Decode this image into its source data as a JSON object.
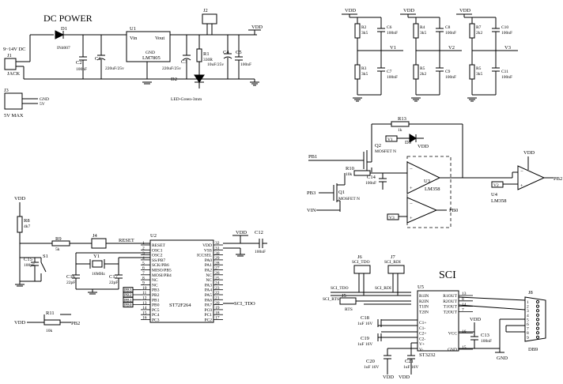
{
  "sections": {
    "dc_power": "DC POWER",
    "sci": "SCI"
  },
  "power": {
    "input_label": "9~14V DC",
    "j1": "J1",
    "jack": "JACK",
    "d1": "D1",
    "d1_part": "IN4007",
    "u1": "U1",
    "u1_part": "LM7805",
    "u1_vin": "Vin",
    "u1_vout": "Vout",
    "u1_gnd": "GND",
    "c1": "C1",
    "c1_val": "220uF/25v",
    "c2": "C2",
    "c2_val": "100nF",
    "c3": "C3",
    "c3_val": "220uF/25v",
    "c4": "C4",
    "c4_val": "10uF/25v",
    "c5": "C5",
    "c5_val": "100nF",
    "r1": "R1",
    "r1_val": "330R",
    "d2": "D2",
    "d2_part": "LED-Green-3mm",
    "j2": "J2",
    "vdd": "VDD"
  },
  "j3": {
    "ref": "J3",
    "pin1": "GND",
    "pin2": "5V",
    "label": "5V MAX"
  },
  "dividers": {
    "vdd": "VDD",
    "groups": [
      {
        "r_top": "R2",
        "r_top_val": "3k5",
        "r_bot": "R3",
        "r_bot_val": "3k5",
        "c_top": "C6",
        "c_top_val": "100nF",
        "c_bot": "C7",
        "c_bot_val": "100nF",
        "net": "V1"
      },
      {
        "r_top": "R4",
        "r_top_val": "3k5",
        "r_bot": "R5",
        "r_bot_val": "2k2",
        "c_top": "C8",
        "c_top_val": "100nF",
        "c_bot": "C9",
        "c_bot_val": "100nF",
        "net": "V2"
      },
      {
        "r_top": "R7",
        "r_top_val": "2k2",
        "r_bot": "R5",
        "r_bot_val": "3k5",
        "c_top": "C10",
        "c_top_val": "100nF",
        "c_bot": "C11",
        "c_bot_val": "100nF",
        "net": "V3"
      }
    ]
  },
  "analog": {
    "r13": "R13",
    "r13_val": "1k",
    "d3": "D3",
    "v1": "V1",
    "vdd": "VDD",
    "pb1": "PB1",
    "q2": "Q2",
    "q2_part": "MOSFET N",
    "r10": "R10",
    "r10_val": "10k",
    "c14": "C14",
    "c14_val": "100nF",
    "u3": "U3",
    "u3_part": "LM358",
    "pb3": "PB3",
    "q1": "Q1",
    "q1_part": "MOSFET N",
    "vin": "VIN",
    "v3": "V3",
    "pb0": "PB0",
    "v2": "V2",
    "u4": "U4",
    "u4_part": "LM358",
    "pb2": "PB2",
    "vdd2": "VDD"
  },
  "mcu": {
    "vdd": "VDD",
    "r8": "R8",
    "r8_val": "4k7",
    "r9": "R9",
    "r9_val": "5k",
    "j4": "J4",
    "reset_net": "RESET",
    "c15": "C15",
    "c15_val": "100pF",
    "s1": "S1",
    "y1": "Y1",
    "y1_val": "16MHz",
    "c16": "C16",
    "c16_val": "22pF",
    "c17": "C17",
    "c17_val": "22pF",
    "u2": "U2",
    "u2_part": "ST72F264",
    "vdd_top": "VDD",
    "c12": "C12",
    "c12_val": "100nF",
    "r11": "R11",
    "r11_val": "10k",
    "pb2": "PB2",
    "vdd_side": "VDD",
    "sci_tdo": "SCI_TDO",
    "left_nets": [
      "PB3",
      "PB2",
      "PB1",
      "PB0"
    ],
    "left_pins": [
      "RESET",
      "OSC1",
      "OSC2",
      "SS/PB7",
      "SCK/PB6",
      "MISO/PB5",
      "MOSI/PB4",
      "NC",
      "NC",
      "PB3",
      "PB2",
      "PB1",
      "PB0",
      "PC5",
      "PC4",
      "PC3"
    ],
    "left_nums": [
      "1",
      "2",
      "3",
      "4",
      "5",
      "6",
      "7",
      "8",
      "9",
      "10",
      "11",
      "12",
      "13",
      "14",
      "15",
      "16"
    ],
    "right_pins": [
      "VDD",
      "VSS",
      "ICCSEL",
      "PA0",
      "PA1",
      "PA2",
      "NC",
      "NC",
      "PA3",
      "PA4",
      "PA5",
      "PA6",
      "PA7",
      "PC0",
      "PC1",
      "PC2"
    ],
    "right_nums": [
      "32",
      "31",
      "30",
      "29",
      "28",
      "27",
      "26",
      "25",
      "24",
      "23",
      "22",
      "21",
      "20",
      "19",
      "18",
      "17"
    ]
  },
  "sci": {
    "j6": "J6",
    "j6_name": "SCI_TDO",
    "j7": "J7",
    "j7_name": "SCI_RDI",
    "sci_tdo": "SCI_TDO",
    "sci_rdi": "SCI_RDI",
    "sci_rts": "SCI_RTS",
    "j5": "J5",
    "rts": "RTS",
    "u5": "U5",
    "u5_part": "ST3232",
    "u5_left": [
      "R1IN",
      "R2IN",
      "T1IN",
      "T2IN",
      "",
      "C1+",
      "C1-",
      "C2+",
      "C2-",
      "V+",
      "V-"
    ],
    "u5_right": [
      "R1OUT",
      "R2OUT",
      "T1OUT",
      "T2OUT",
      "",
      "",
      "",
      "VCC",
      "",
      "",
      "GND"
    ],
    "u5_right_nums": [
      "13",
      "8",
      "14",
      "7",
      "",
      "",
      "",
      "16",
      "",
      "",
      "15"
    ],
    "c18": "C18",
    "c18_val": "1uF 16V",
    "c19": "C19",
    "c19_val": "1uF 16V",
    "c20": "C20",
    "c20_val": "1uF 16V",
    "c21": "C21",
    "c21_val": "1uF 16V",
    "c13": "C13",
    "c13_val": "100nF",
    "vdd": "VDD",
    "vdd2": "VDD",
    "vdd3": "VDD",
    "j8": "J8",
    "db9": "DB9",
    "gnd": "GND",
    "db9_pins": [
      "1",
      "2",
      "3",
      "4",
      "5",
      "6",
      "7",
      "8",
      "9"
    ]
  }
}
